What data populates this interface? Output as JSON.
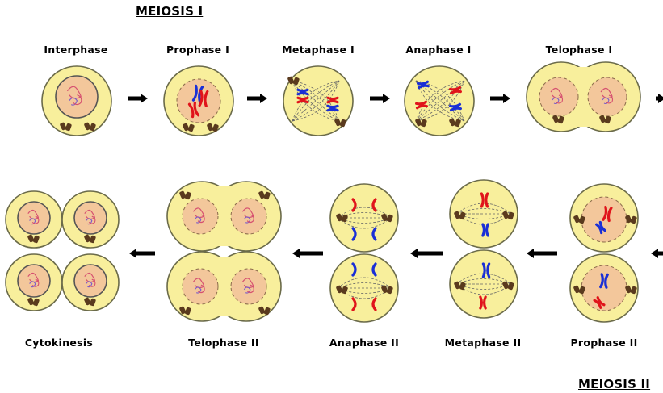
{
  "headings": {
    "meiosis_1": "MEIOSIS I",
    "meiosis_2": "MEIOSIS II"
  },
  "stages": {
    "interphase": "Interphase",
    "prophase_1": "Prophase I",
    "metaphase_1": "Metaphase I",
    "anaphase_1": "Anaphase I",
    "telophase_1": "Telophase I",
    "prophase_2": "Prophase II",
    "metaphase_2": "Metaphase II",
    "anaphase_2": "Anaphase II",
    "telophase_2": "Telophase II",
    "cytokinesis": "Cytokinesis"
  },
  "colors": {
    "cell_fill": "#f8ef9c",
    "cell_outline": "#6b6b4a",
    "nucleus_fill": "#f3c79b",
    "chromosome_red": "#e0141b",
    "chromosome_blue": "#1a2fd6",
    "arrow": "#000000"
  }
}
